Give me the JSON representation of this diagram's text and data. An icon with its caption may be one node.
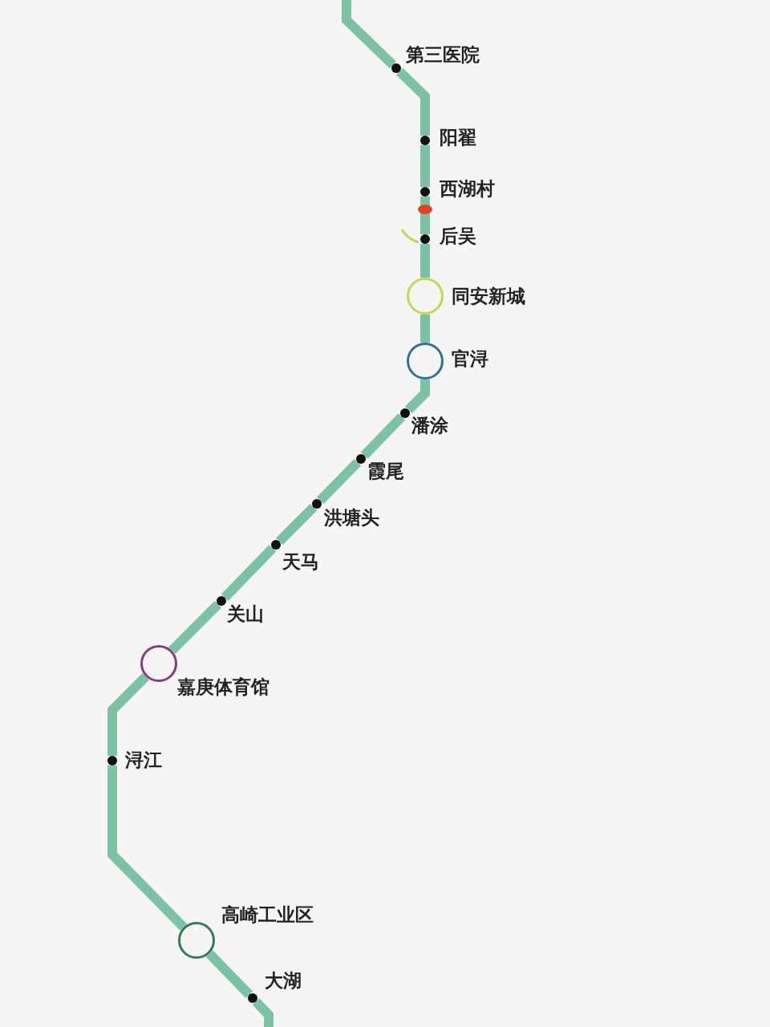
{
  "diagram": {
    "nodes": [
      {
        "text": [
          "第三医院"
        ]
      },
      {
        "text": [
          "阳翟"
        ]
      },
      {
        "text": [
          "西湖村"
        ]
      },
      {
        "text": [
          "后吴"
        ]
      },
      {
        "text": [
          "同安新城"
        ]
      },
      {
        "text": [
          "官浔"
        ]
      },
      {
        "text": [
          "潘涂"
        ]
      },
      {
        "text": [
          "霞尾"
        ]
      },
      {
        "text": [
          "洪塘头"
        ]
      },
      {
        "text": [
          "天马"
        ]
      },
      {
        "text": [
          "关山"
        ]
      },
      {
        "text": [
          "嘉庚体育馆"
        ]
      },
      {
        "text": [
          "浔江"
        ]
      },
      {
        "text": [
          "高崎工业区"
        ]
      },
      {
        "text": [
          "大湖"
        ]
      }
    ],
    "edges": [
      {
        "from": null,
        "to": 0,
        "arrow": "none"
      },
      {
        "from": 0,
        "to": 1,
        "arrow": "none"
      },
      {
        "from": 1,
        "to": 2,
        "arrow": "none"
      },
      {
        "from": 2,
        "to": 3,
        "arrow": "none"
      },
      {
        "from": 3,
        "to": 4,
        "arrow": "none"
      },
      {
        "from": 4,
        "to": 5,
        "arrow": "none"
      },
      {
        "from": 5,
        "to": 6,
        "arrow": "none"
      },
      {
        "from": 6,
        "to": 7,
        "arrow": "none"
      },
      {
        "from": 7,
        "to": 8,
        "arrow": "none"
      },
      {
        "from": 8,
        "to": 9,
        "arrow": "none"
      },
      {
        "from": 9,
        "to": 10,
        "arrow": "none"
      },
      {
        "from": 10,
        "to": 11,
        "arrow": "none"
      },
      {
        "from": 11,
        "to": 12,
        "arrow": "none"
      },
      {
        "from": 12,
        "to": 13,
        "arrow": "none"
      },
      {
        "from": 13,
        "to": 14,
        "arrow": "none"
      },
      {
        "from": 14,
        "to": null,
        "arrow": "none"
      }
    ]
  }
}
